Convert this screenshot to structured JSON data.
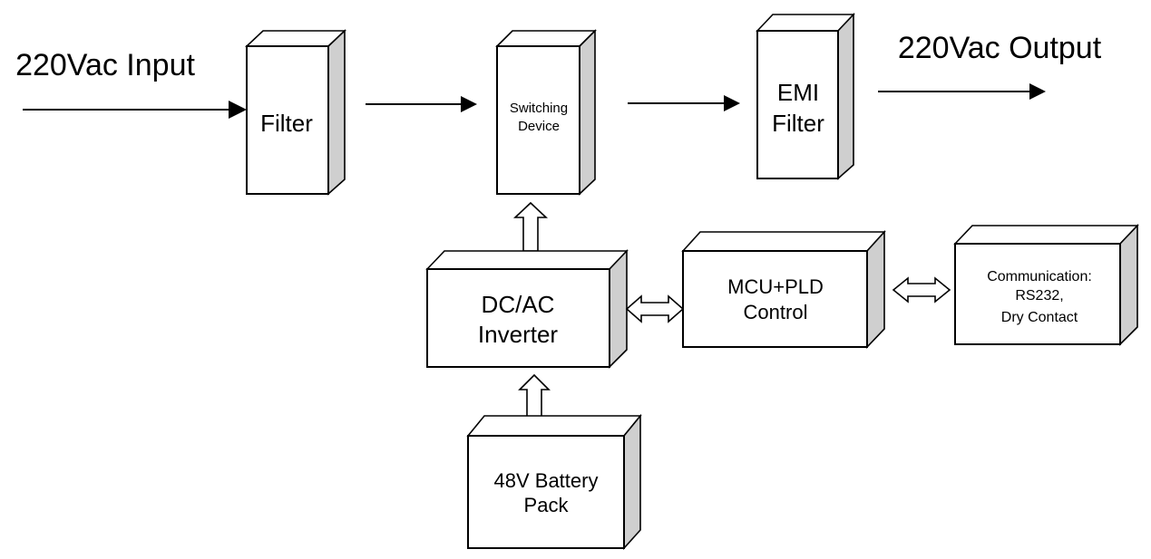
{
  "labels": {
    "input": "220Vac Input",
    "output": "220Vac Output"
  },
  "blocks": {
    "filter": {
      "line1": "Filter"
    },
    "switching": {
      "line1": "Switching",
      "line2": "Device"
    },
    "emi": {
      "line1": "EMI",
      "line2": "Filter"
    },
    "inverter": {
      "line1": "DC/AC",
      "line2": "Inverter"
    },
    "mcu": {
      "line1": "MCU+PLD",
      "line2": "Control"
    },
    "comm": {
      "line1": "Communication:",
      "line2": "RS232,",
      "line3": "Dry Contact"
    },
    "battery": {
      "line1": "48V Battery",
      "line2": "Pack"
    }
  },
  "colors": {
    "line": "#000000",
    "box_face": "#ffffff",
    "box_side": "#cfcfcf",
    "background": "#ffffff"
  }
}
